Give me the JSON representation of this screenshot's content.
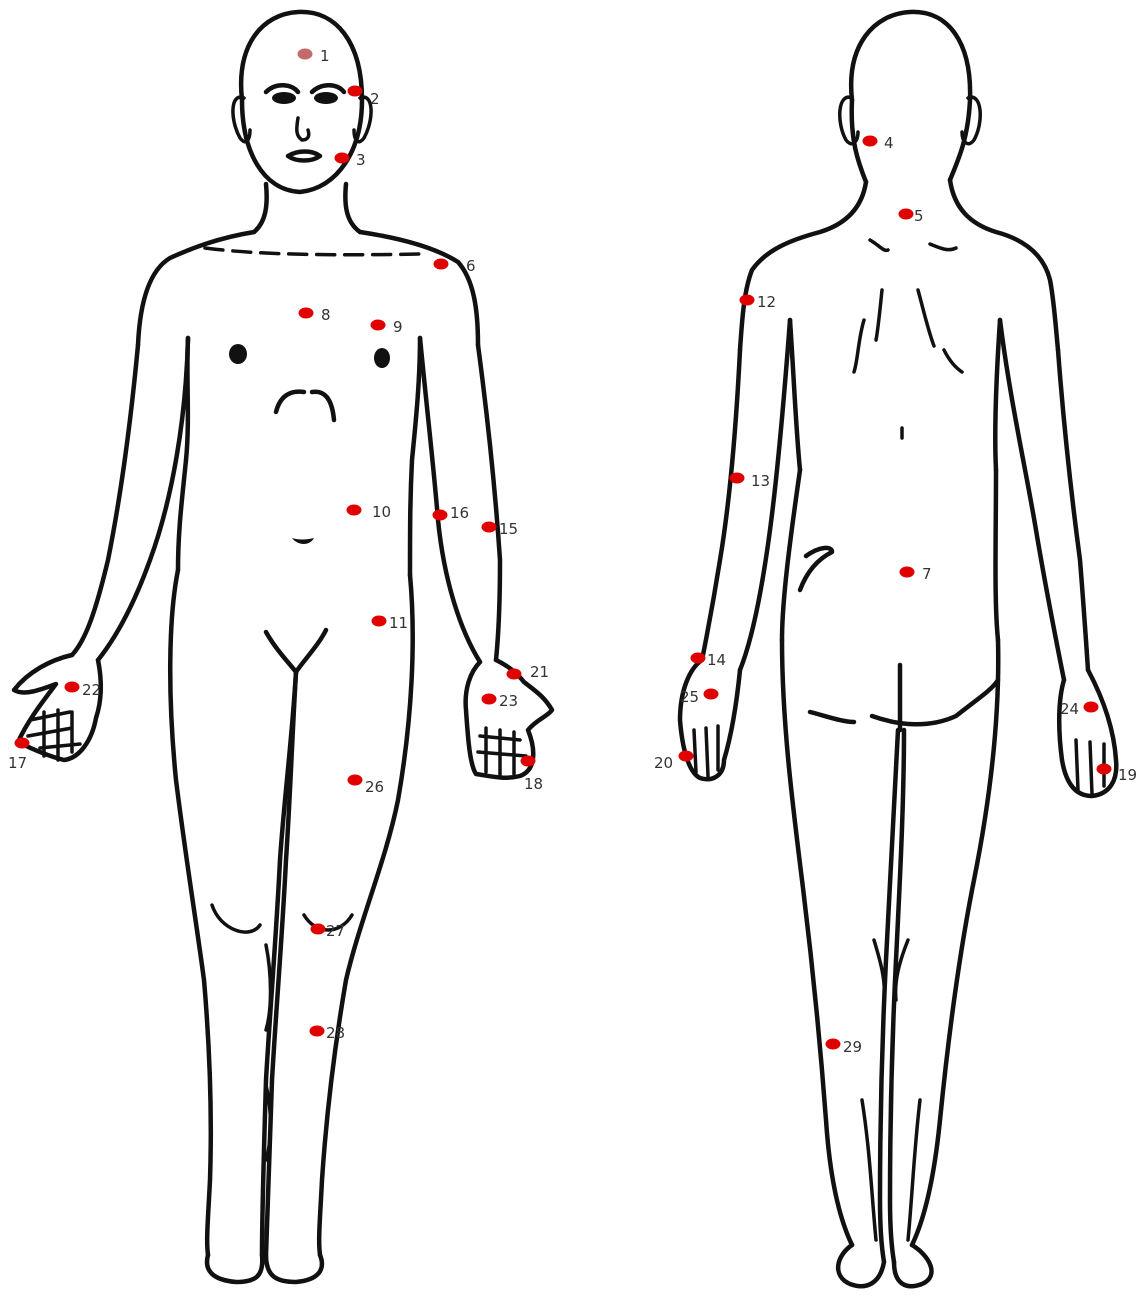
{
  "colors": {
    "marker": "#e00000",
    "marker_alt": "#c46a6a",
    "outline": "#111111",
    "label": "#333333"
  },
  "points": [
    {
      "label": "1",
      "view": "front",
      "tone": "alt"
    },
    {
      "label": "2",
      "view": "front"
    },
    {
      "label": "3",
      "view": "front"
    },
    {
      "label": "4",
      "view": "back"
    },
    {
      "label": "5",
      "view": "back"
    },
    {
      "label": "6",
      "view": "front"
    },
    {
      "label": "7",
      "view": "back"
    },
    {
      "label": "8",
      "view": "front"
    },
    {
      "label": "9",
      "view": "front"
    },
    {
      "label": "10",
      "view": "front"
    },
    {
      "label": "11",
      "view": "front"
    },
    {
      "label": "12",
      "view": "back"
    },
    {
      "label": "13",
      "view": "back"
    },
    {
      "label": "14",
      "view": "back"
    },
    {
      "label": "15",
      "view": "front"
    },
    {
      "label": "16",
      "view": "front"
    },
    {
      "label": "17",
      "view": "front"
    },
    {
      "label": "18",
      "view": "front"
    },
    {
      "label": "19",
      "view": "back"
    },
    {
      "label": "20",
      "view": "back"
    },
    {
      "label": "21",
      "view": "front"
    },
    {
      "label": "22",
      "view": "front"
    },
    {
      "label": "23",
      "view": "front"
    },
    {
      "label": "24",
      "view": "back"
    },
    {
      "label": "25",
      "view": "back"
    },
    {
      "label": "26",
      "view": "front"
    },
    {
      "label": "27",
      "view": "front"
    },
    {
      "label": "28",
      "view": "front"
    },
    {
      "label": "29",
      "view": "back"
    }
  ]
}
